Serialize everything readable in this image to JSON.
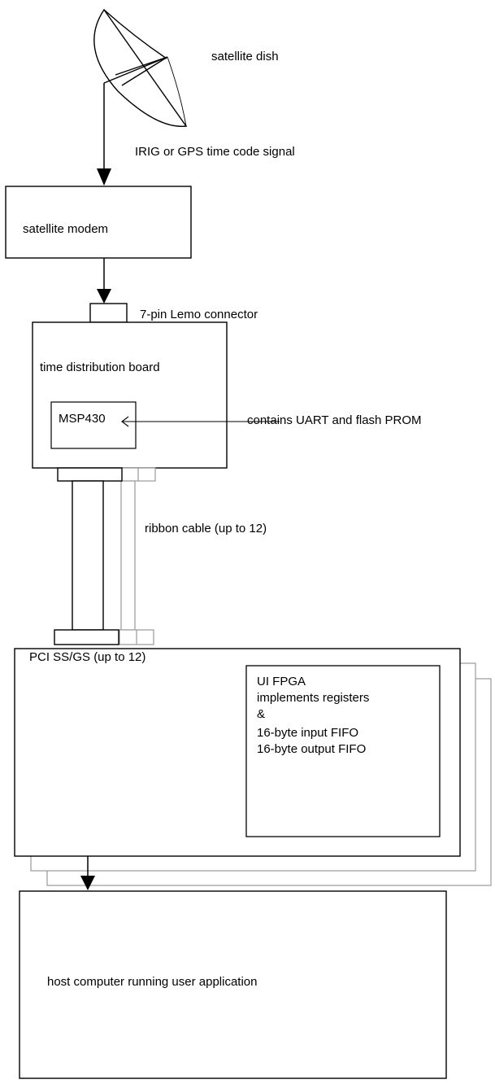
{
  "labels": {
    "satellite_dish": "satellite dish",
    "time_code_signal": "IRIG or GPS time code signal",
    "satellite_modem": "satellite modem",
    "lemo_connector": "7-pin Lemo connector",
    "time_distribution_board": "time distribution board",
    "msp430": "MSP430",
    "msp430_note": "contains UART and flash PROM",
    "ribbon_cable": "ribbon cable (up to 12)",
    "pci_board": "PCI SS/GS (up to 12)",
    "fpga_lines": [
      "UI FPGA",
      "implements registers",
      "&",
      "16-byte input FIFO",
      "16-byte output FIFO"
    ],
    "host_computer": "host computer running user application"
  },
  "colors": {
    "line": "#000000",
    "stacked_copy": "#999999",
    "background": "#ffffff"
  },
  "icons": {
    "dish": "satellite-dish-icon"
  }
}
